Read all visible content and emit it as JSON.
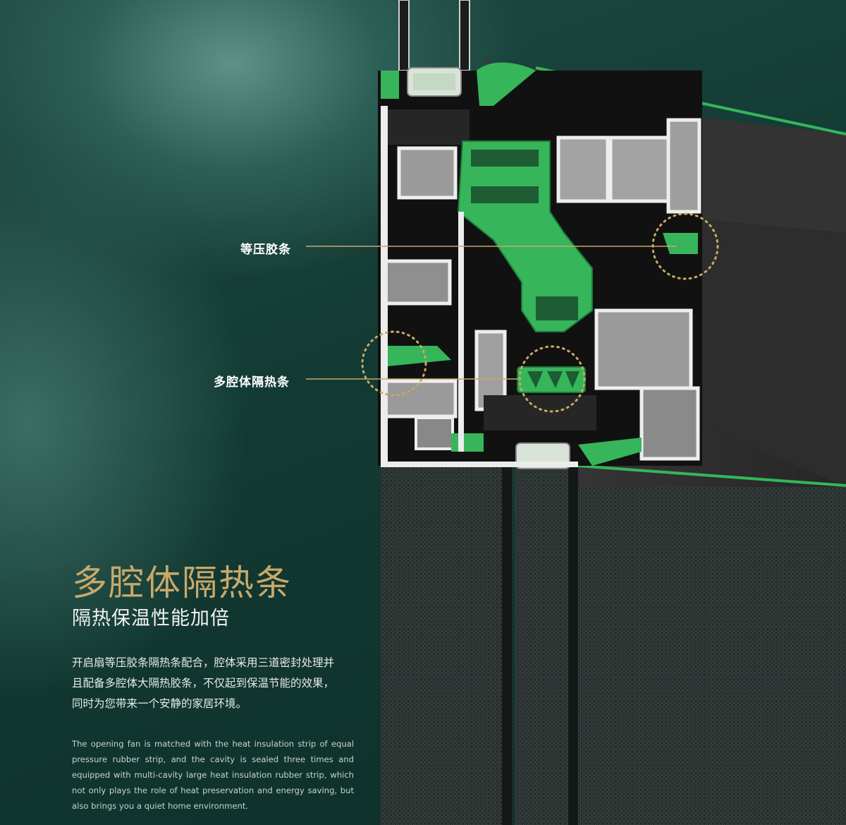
{
  "colors": {
    "accent_gold": "#c9a86a",
    "profile_green": "#35b55a",
    "profile_dark": "#2b2b2b",
    "background_green": "#1f4a42"
  },
  "callouts": {
    "equal_pressure_strip": "等压胶条",
    "multi_cavity_strip": "多腔体隔热条"
  },
  "headline": "多腔体隔热条",
  "subheadline": "隔热保温性能加倍",
  "description_cn": [
    "开启扇等压胶条隔热条配合，腔体采用三道密封处理并",
    "且配备多腔体大隔热胶条，不仅起到保温节能的效果，",
    "同时为您带来一个安静的家居环境。"
  ],
  "description_en": "The opening fan is matched with the heat insulation strip of equal pressure rubber strip, and the cavity is sealed three times and equipped with multi-cavity large heat insulation rubber strip, which not only plays the role of heat preservation and energy saving, but also brings you a quiet home environment."
}
